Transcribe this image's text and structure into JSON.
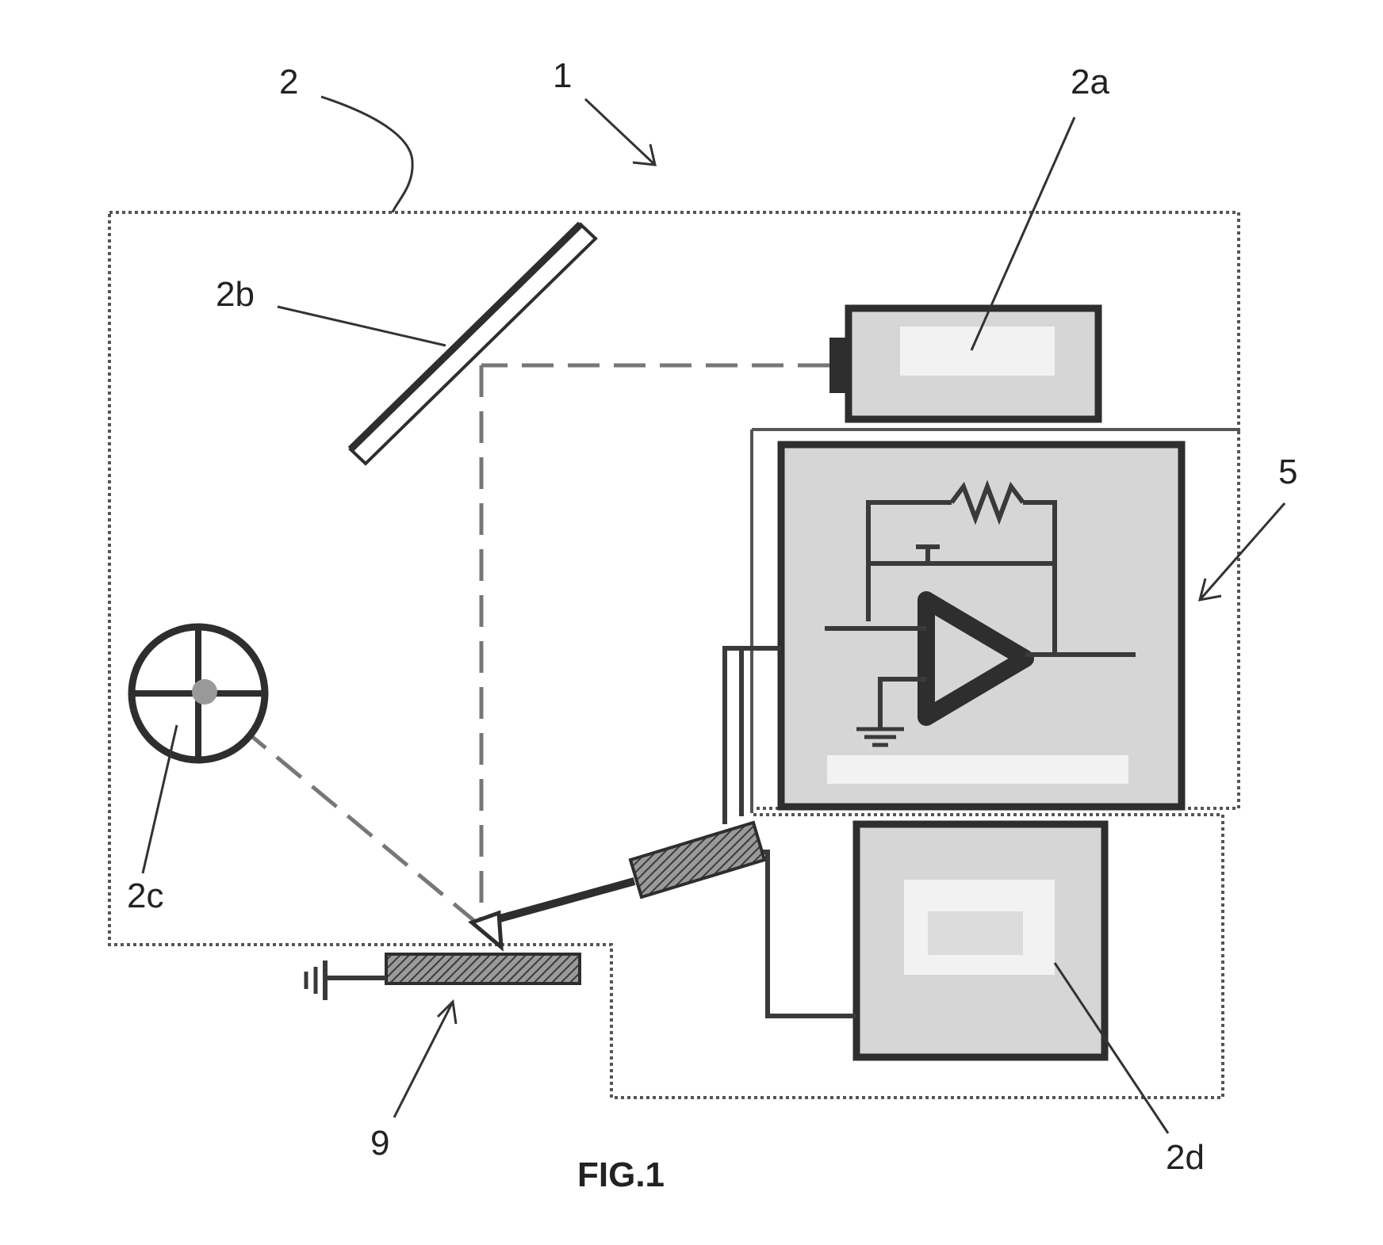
{
  "figure": {
    "caption": "FIG.1",
    "labels": {
      "device": "1",
      "housing": "2",
      "light_source": "2a",
      "mirror": "2b",
      "wheel": "2c",
      "detector": "2d",
      "circuit": "5",
      "sample": "9"
    }
  },
  "colors": {
    "line": "#2e2e2e",
    "fill": "#d6d6d6",
    "beam": "#777777"
  }
}
